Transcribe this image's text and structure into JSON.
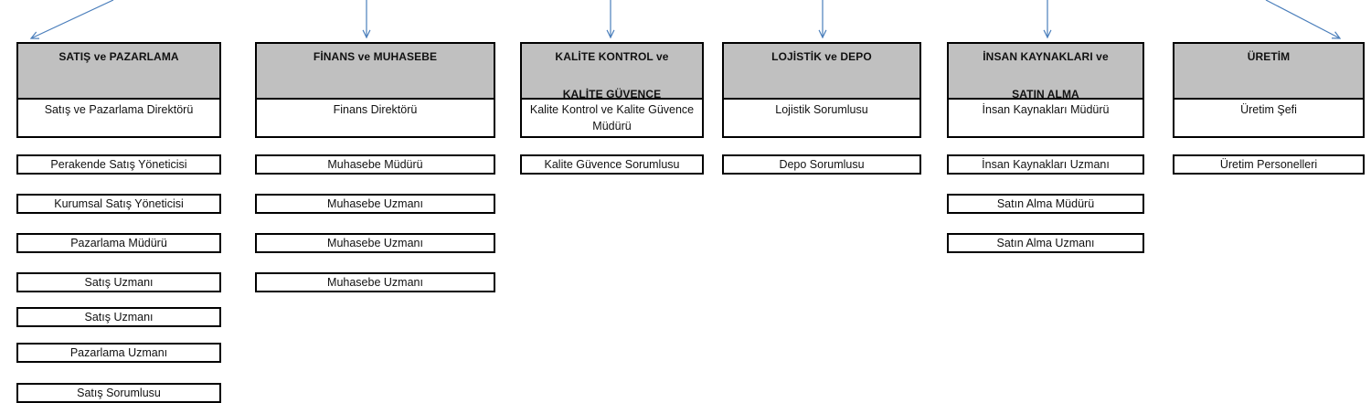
{
  "departments": [
    {
      "title_lines": [
        "SATIŞ ve PAZARLAMA"
      ],
      "director": "Satış ve Pazarlama Direktörü",
      "staff": [
        "Perakende Satış Yöneticisi",
        "Kurumsal Satış Yöneticisi",
        "Pazarlama Müdürü",
        "Satış Uzmanı",
        "Satış Uzmanı",
        "Pazarlama Uzmanı",
        "Satış Sorumlusu"
      ]
    },
    {
      "title_lines": [
        "FİNANS ve MUHASEBE"
      ],
      "director": "Finans Direktörü",
      "staff": [
        "Muhasebe Müdürü",
        "Muhasebe Uzmanı",
        "Muhasebe Uzmanı",
        "Muhasebe Uzmanı"
      ]
    },
    {
      "title_lines": [
        "KALİTE KONTROL ve",
        "KALİTE GÜVENCE"
      ],
      "director": "Kalite Kontrol ve Kalite Güvence Müdürü",
      "staff": [
        "Kalite Güvence Sorumlusu"
      ]
    },
    {
      "title_lines": [
        "LOJİSTİK ve DEPO"
      ],
      "director": "Lojistik Sorumlusu",
      "staff": [
        "Depo Sorumlusu"
      ]
    },
    {
      "title_lines": [
        "İNSAN KAYNAKLARI ve",
        "SATIN ALMA"
      ],
      "director": "İnsan Kaynakları Müdürü",
      "staff": [
        "İnsan Kaynakları Uzmanı",
        "Satın Alma Müdürü",
        "Satın Alma Uzmanı"
      ]
    },
    {
      "title_lines": [
        "ÜRETİM"
      ],
      "director": "Üretim Şefi",
      "staff": [
        "Üretim Personelleri"
      ]
    }
  ],
  "colors": {
    "header_fill": "#c0c0c0",
    "box_border": "#000000",
    "connector": "#4a7ebb"
  }
}
